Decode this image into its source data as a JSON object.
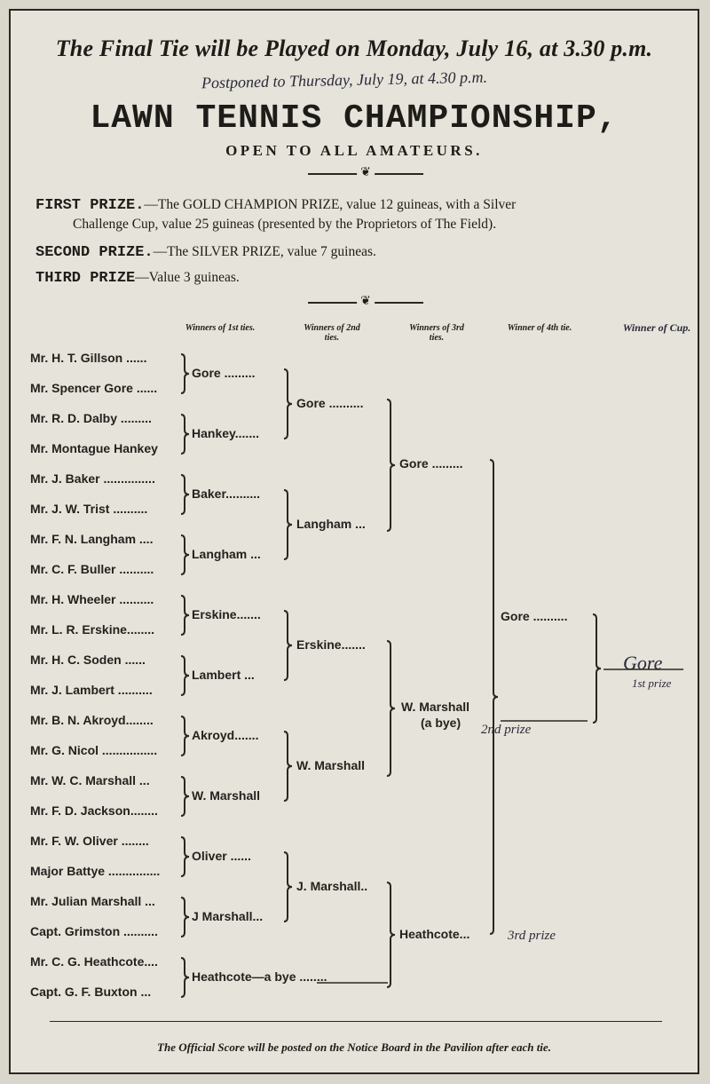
{
  "header": {
    "announcement": "The Final Tie will be Played on Monday, July 16, at 3.30 p.m.",
    "handwritten_note": "Postponed to Thursday, July 19, at 4.30 p.m.",
    "title": "LAWN TENNIS CHAMPIONSHIP,",
    "subtitle": "OPEN TO ALL AMATEURS."
  },
  "prizes": {
    "first_label": "FIRST PRIZE.",
    "first_text": "—The GOLD CHAMPION PRIZE, value 12 guineas, with a Silver",
    "first_text_2": "Challenge Cup, value 25 guineas (presented by the Proprietors of The Field).",
    "second_label": "SECOND PRIZE.",
    "second_text": "—The SILVER PRIZE, value 7 guineas.",
    "third_label": "THIRD PRIZE",
    "third_text": "—Value 3 guineas."
  },
  "columns": {
    "tie1": "Winners of 1st ties.",
    "tie2": "Winners of 2nd ties.",
    "tie3": "Winners of 3rd ties.",
    "tie4": "Winner of 4th tie.",
    "cup": "Winner of Cup."
  },
  "entrants": [
    "Mr. H. T. Gillson ......",
    "Mr. Spencer Gore ......",
    "Mr. R. D. Dalby .........",
    "Mr. Montague Hankey",
    "Mr. J. Baker ...............",
    "Mr. J. W. Trist ..........",
    "Mr. F. N. Langham ....",
    "Mr. C. F. Buller ..........",
    "Mr. H. Wheeler ..........",
    "Mr. L. R. Erskine........",
    "Mr. H. C. Soden ......",
    "Mr. J. Lambert ..........",
    "Mr. B. N. Akroyd........",
    "Mr. G. Nicol ................",
    "Mr. W. C. Marshall ...",
    "Mr. F. D. Jackson........",
    "Mr. F. W. Oliver ........",
    "Major Battye ...............",
    "Mr. Julian Marshall ...",
    "Capt. Grimston ..........",
    "Mr. C. G. Heathcote....",
    "Capt. G. F. Buxton ..."
  ],
  "round1": [
    "Gore .........",
    "Hankey.......",
    "Baker..........",
    "Langham ...",
    "Erskine.......",
    "Lambert ...",
    "Akroyd.......",
    "W. Marshall",
    "Oliver ......",
    "J Marshall...",
    "Heathcote—a bye ........"
  ],
  "round2": [
    "Gore ..........",
    "Langham ...",
    "Erskine.......",
    "W. Marshall",
    "J. Marshall.."
  ],
  "round3": [
    "Gore .........",
    "W. Marshall",
    "(a bye)",
    "Heathcote..."
  ],
  "round4": [
    "Gore .........."
  ],
  "handwritten": {
    "winner": "Gore",
    "first_prize": "1st prize",
    "second_prize": "2nd prize",
    "third_prize": "3rd prize"
  },
  "footer": "The Official Score will be posted on the Notice Board in the Pavilion after each tie."
}
